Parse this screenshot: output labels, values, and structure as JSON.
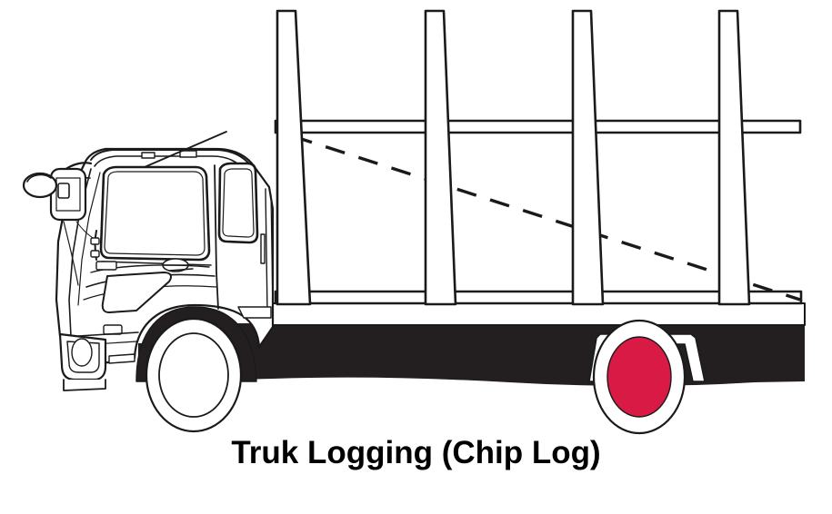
{
  "illustration": {
    "subject": "logging-truck-side-view",
    "caption": "Truk Logging (Chip Log)",
    "background_color": "#FFFFFF",
    "line_color": "#1A1A1A",
    "chassis_color": "#231F20",
    "wheel_hub_color": "#D81A45",
    "body_fill": "#FFFFFF"
  },
  "parts": {
    "cab": {
      "label": "Truck cab",
      "window_label": "Cab side window",
      "door_label": "Cab door",
      "handle_label": "Door handle",
      "mirror_label": "Side mirror",
      "spot_mirror_label": "Spotter mirror",
      "antenna_label": "Roof antenna",
      "bumper_label": "Front bumper",
      "headlight_label": "Headlight",
      "step_label": "Cab step",
      "fender_label": "Front fender"
    },
    "bed": {
      "label": "Log bed deck",
      "top_rail_label": "Upper side rail",
      "bottom_rail_label": "Lower side rail",
      "dashed_label": "Dashed load guide line"
    },
    "stakes": [
      {
        "name": "stake-1",
        "label": "Bunk stake 1"
      },
      {
        "name": "stake-2",
        "label": "Bunk stake 2"
      },
      {
        "name": "stake-3",
        "label": "Bunk stake 3"
      },
      {
        "name": "stake-4",
        "label": "Bunk stake 4"
      }
    ],
    "wheels": [
      {
        "name": "front-wheel",
        "label": "Front wheel",
        "hub_color": "#FFFFFF"
      },
      {
        "name": "rear-wheel",
        "label": "Rear wheel",
        "hub_color": "#D81A45"
      }
    ],
    "chassis": {
      "label": "Chassis / frame skirt"
    },
    "mudguard": {
      "label": "Rear mudguard"
    }
  }
}
